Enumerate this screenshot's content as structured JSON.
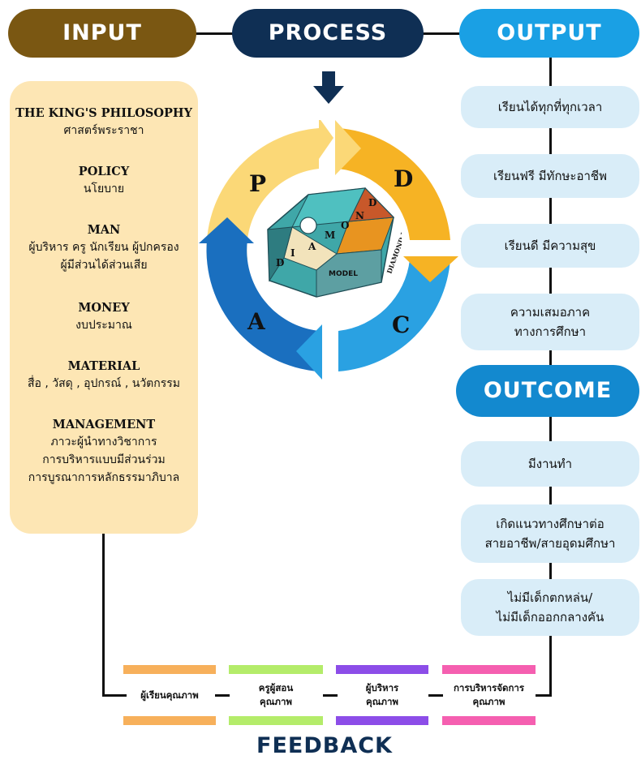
{
  "header": {
    "input_label": "INPUT",
    "process_label": "PROCESS",
    "output_label": "OUTPUT",
    "outcome_label": "OUTCOME"
  },
  "input_sections": [
    {
      "title": "THE KING'S PHILOSOPHY",
      "text": [
        "ศาสตร์พระราชา"
      ]
    },
    {
      "title": "POLICY",
      "text": [
        "นโยบาย"
      ]
    },
    {
      "title": "MAN",
      "text": [
        "ผู้บริหาร ครู นักเรียน ผู้ปกครอง",
        "ผู้มีส่วนได้ส่วนเสีย"
      ]
    },
    {
      "title": "MONEY",
      "text": [
        "งบประมาณ"
      ]
    },
    {
      "title": "MATERIAL",
      "text": [
        "สื่อ , วัสดุ , อุปกรณ์ , นวัตกรรม"
      ]
    },
    {
      "title": "MANAGEMENT",
      "text": [
        "ภาวะผู้นำทางวิชาการ",
        "การบริหารแบบมีส่วนร่วม",
        "การบูรณาการหลักธรรมาภิบาล"
      ]
    }
  ],
  "cycle": {
    "p": "P",
    "d": "D",
    "c": "C",
    "a": "A",
    "colors": {
      "p": "#fbd877",
      "d": "#f6b324",
      "c": "#2aa1e2",
      "a": "#1a6fbf"
    }
  },
  "diamond": {
    "letters": [
      "D",
      "I",
      "A",
      "M",
      "O",
      "N",
      "D"
    ],
    "model_label": "MODEL",
    "side_text": "DIAMOND MODEL"
  },
  "outputs": [
    "เรียนได้ทุกที่ทุกเวลา",
    "เรียนฟรี มีทักษะอาชีพ",
    "เรียนดี มีความสุข",
    "ความเสมอภาค\nทางการศึกษา"
  ],
  "outcomes": [
    "มีงานทำ",
    "เกิดแนวทางศึกษาต่อ\nสายอาชีพ/สายอุดมศึกษา",
    "ไม่มีเด็กตกหล่น/\nไม่มีเด็กออกกลางคัน"
  ],
  "feedback": {
    "title": "FEEDBACK",
    "items": [
      {
        "label": "ผู้เรียนคุณภาพ",
        "color": "#f7b05b"
      },
      {
        "label": "ครูผู้สอน\nคุณภาพ",
        "color": "#b4ec6a"
      },
      {
        "label": "ผู้บริหาร\nคุณภาพ",
        "color": "#8c4de8"
      },
      {
        "label": "การบริหารจัดการ\nคุณภาพ",
        "color": "#f55fb0"
      }
    ]
  },
  "colors": {
    "input": "#7a5712",
    "process": "#0f2f54",
    "output": "#1aa0e4",
    "outcome": "#1389cf",
    "panel": "#fde6b4",
    "box": "#d9edf8"
  }
}
